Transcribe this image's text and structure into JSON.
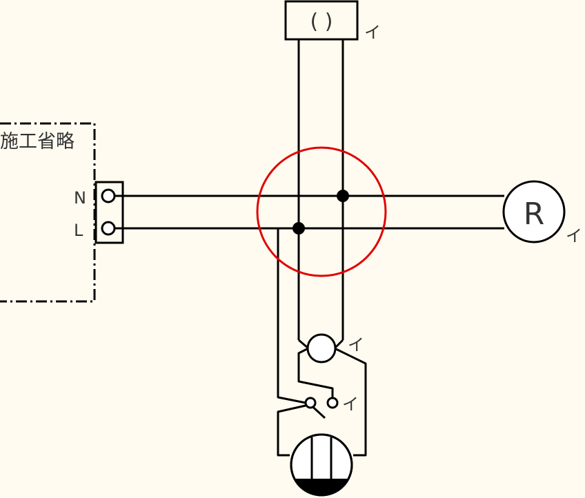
{
  "omitted_area_label": "施工省略",
  "terminal_n_label": "N",
  "terminal_l_label": "L",
  "box_symbol_label": "( )",
  "receptacle_label": "R",
  "wiring_marks": {
    "top_box": "イ",
    "receptacle": "イ",
    "pilot_lamp": "イ",
    "switch": "イ"
  },
  "colors": {
    "background": "#fffbf0",
    "line": "#000000",
    "highlight": "#e00000",
    "text": "#333333"
  }
}
